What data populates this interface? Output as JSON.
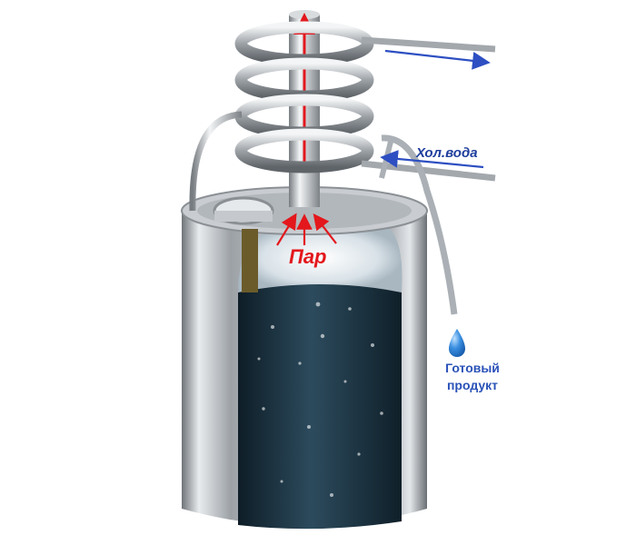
{
  "labels": {
    "steam": "Пар",
    "cold_water": "Хол.вода",
    "product_line1": "Готовый",
    "product_line2": "продукт"
  },
  "colors": {
    "steam": "#e3171c",
    "water_label": "#1f3e9c",
    "product_label": "#2a52b8",
    "water_arrow": "#2d4fc2",
    "liquid": "#1e3646",
    "steel": "#b9bec2",
    "drop": "#2f8ad8"
  },
  "icons": {
    "drop": "water-drop-icon",
    "thermometer": "thermometer-icon"
  }
}
